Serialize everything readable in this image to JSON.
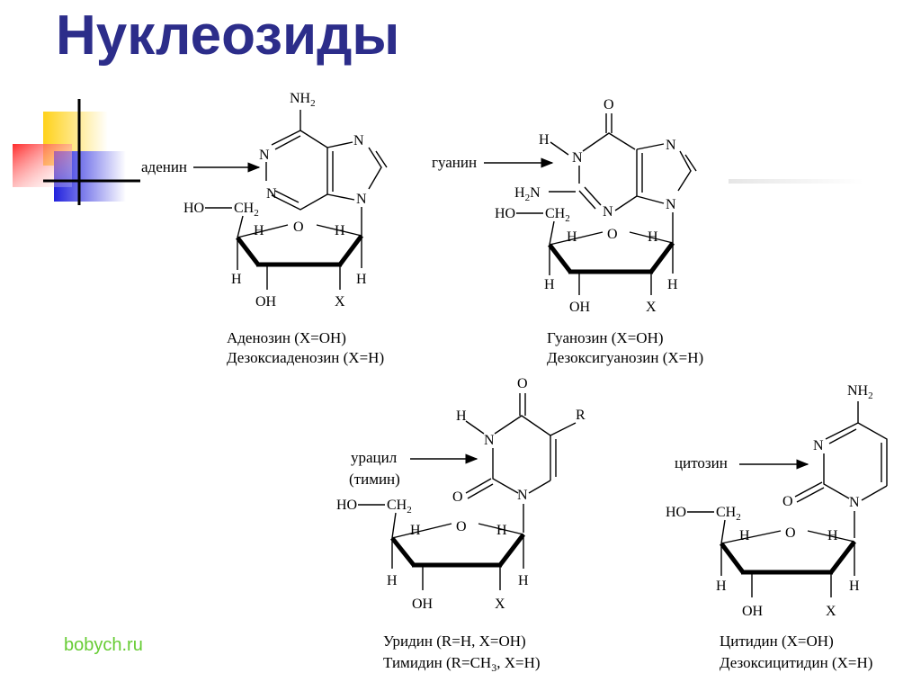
{
  "slide": {
    "title": "Нуклеозиды",
    "footer": "bobych.ru"
  },
  "adenosine": {
    "base_label": "аденин",
    "atoms": {
      "nh2": "NH",
      "nh2_sub": "2",
      "n1": "N",
      "n3": "N",
      "n7": "N",
      "n9": "N"
    },
    "sugar": {
      "ho": "HO",
      "ch": "CH",
      "ch_sub": "2",
      "h1": "H",
      "o": "O",
      "h2": "H",
      "h3": "H",
      "h4": "H",
      "oh": "OH",
      "x": "X"
    },
    "caption1": "Аденозин (X=OH)",
    "caption2": "Дезоксиаденозин (X=H)"
  },
  "guanosine": {
    "base_label": "гуанин",
    "atoms": {
      "o": "O",
      "h": "H",
      "n1": "N",
      "n3": "N",
      "n7": "N",
      "n9": "N",
      "h2n_h": "H",
      "h2n_sub": "2",
      "h2n_n": "N"
    },
    "sugar": {
      "ho": "HO",
      "ch": "CH",
      "ch_sub": "2",
      "h1": "H",
      "o": "O",
      "h2": "H",
      "h3": "H",
      "h4": "H",
      "oh": "OH",
      "x": "X"
    },
    "caption1": "Гуанозин (X=OH)",
    "caption2": "Дезоксигуанозин (X=H)"
  },
  "uridine": {
    "base_label1": "урацил",
    "base_label2": "(тимин)",
    "atoms": {
      "o_top": "O",
      "r": "R",
      "h": "H",
      "n3": "N",
      "o_left": "O",
      "n1": "N"
    },
    "sugar": {
      "ho": "HO",
      "ch": "CH",
      "ch_sub": "2",
      "h1": "H",
      "o": "O",
      "h2": "H",
      "h3": "H",
      "h4": "H",
      "oh": "OH",
      "x": "X"
    },
    "caption1": "Уридин (R=H, X=OH)",
    "caption2_pre": "Тимидин (R=CH",
    "caption2_sub": "3",
    "caption2_post": ", X=H)"
  },
  "cytidine": {
    "base_label": "цитозин",
    "atoms": {
      "nh2": "NH",
      "nh2_sub": "2",
      "n3": "N",
      "o": "O",
      "n1": "N"
    },
    "sugar": {
      "ho": "HO",
      "ch": "CH",
      "ch_sub": "2",
      "h1": "H",
      "o": "O",
      "h2": "H",
      "h3": "H",
      "h4": "H",
      "oh": "OH",
      "x": "X"
    },
    "caption1": "Цитидин (X=OH)",
    "caption2": "Дезоксицитидин (X=H)"
  }
}
